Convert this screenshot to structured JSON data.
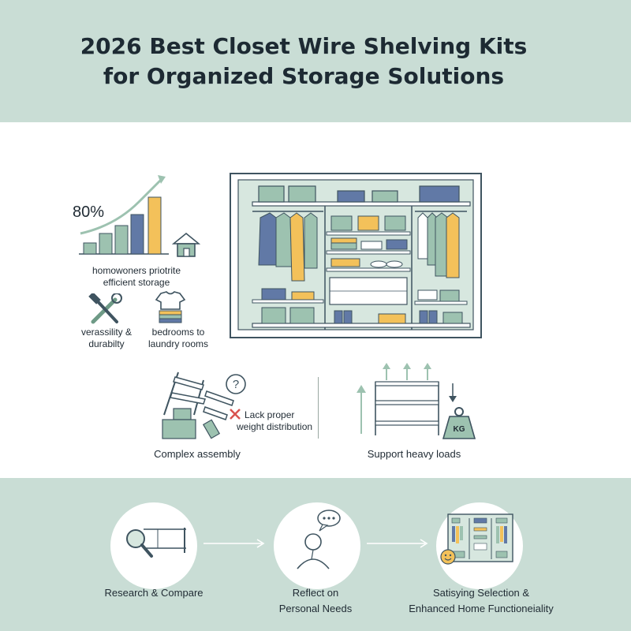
{
  "header": {
    "title_line1": "2026 Best Closet Wire Shelving Kits",
    "title_line2": "for Organized Storage Solutions"
  },
  "stats": {
    "percent": "80%",
    "homeowners_line1": "homowoners priotrite",
    "homeowners_line2": "efficient storage",
    "versatility_line1": "verassility &",
    "versatility_line2": "durabilty",
    "bedrooms_line1": "bedrooms to",
    "bedrooms_line2": "laundry rooms"
  },
  "challenges": {
    "weight_line1": "Lack proper",
    "weight_line2": "weight distribution",
    "complex_label": "Complex assembly",
    "heavy_label": "Support heavy loads",
    "kg_label": "KG"
  },
  "steps": [
    {
      "line1": "Research & Compare",
      "line2": ""
    },
    {
      "line1": "Reflect on",
      "line2": "Personal Needs"
    },
    {
      "line1": "Satisying Selection &",
      "line2": "Enhanced Home Functioneiality"
    }
  ],
  "colors": {
    "band": "#c9ddd5",
    "accent_green": "#9dc2b0",
    "bar_blue": "#6179a6",
    "bar_yellow": "#f3c15a",
    "line_dark": "#3f5460"
  },
  "icons": [
    "growth-chart-icon",
    "house-icon",
    "tools-icon",
    "clothes-icon",
    "closet-illustration",
    "broken-shelf-icon",
    "question-icon",
    "x-mark-icon",
    "shelf-load-icon",
    "kg-weight-icon",
    "magnifier-icon",
    "person-thinking-icon",
    "speech-bubble-icon",
    "closet-thumbnail-icon",
    "smiley-icon"
  ]
}
